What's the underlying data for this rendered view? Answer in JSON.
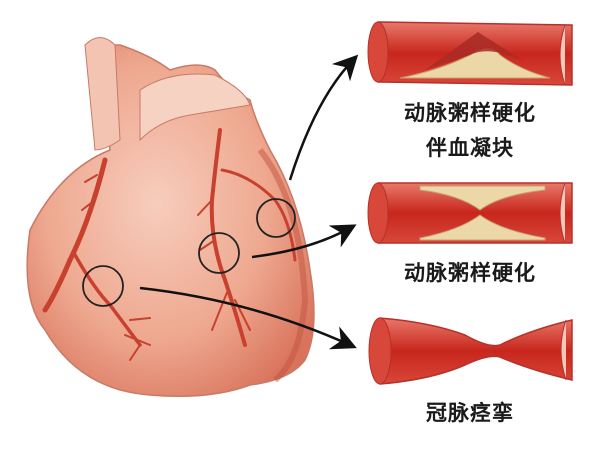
{
  "diagram": {
    "subject": "heart-coronary-arteries",
    "colors": {
      "heart_fill": "#f0b3a0",
      "heart_shadow": "#d9826c",
      "artery": "#c8402e",
      "vessel_wall": "#e05a4a",
      "vessel_lumen": "#c8261c",
      "plaque": "#ecd7a8",
      "clot": "#b8302a",
      "arrow": "#111111",
      "label_text": "#1a1a1a"
    },
    "callouts": [
      {
        "id": "top",
        "label_line1": "动脉粥样硬化",
        "label_line2": "伴血凝块",
        "vessel": "plaque-with-clot"
      },
      {
        "id": "middle",
        "label_line1": "动脉粥样硬化",
        "vessel": "plaque-narrowing"
      },
      {
        "id": "bottom",
        "label_line1": "冠脉痉挛",
        "vessel": "spasm-constriction"
      }
    ]
  }
}
